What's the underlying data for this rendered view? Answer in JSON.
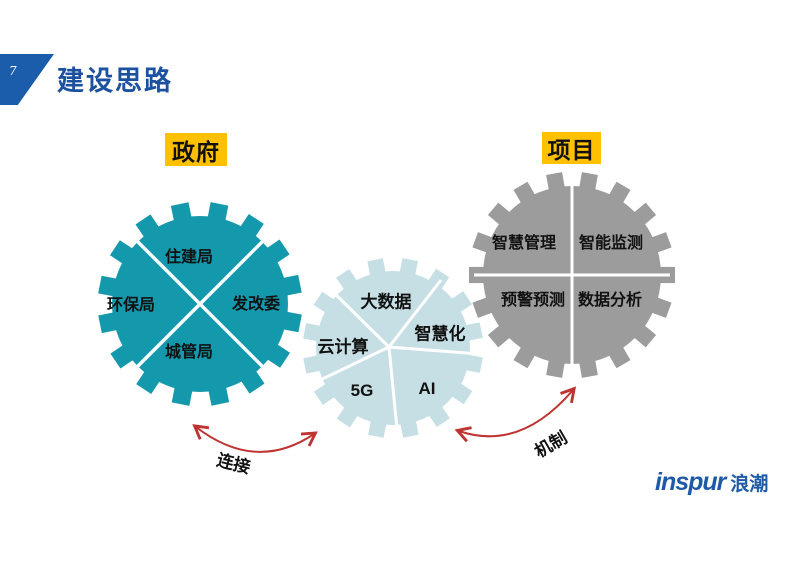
{
  "slide": {
    "page_number": "7",
    "title": "建设思路"
  },
  "government_gear": {
    "header": "政府",
    "sectors": {
      "top": "住建局",
      "left": "环保局",
      "right": "发改委",
      "bottom": "城管局"
    }
  },
  "tech_gear": {
    "sectors": {
      "top": "大数据",
      "upper_right": "智慧化",
      "left": "云计算",
      "bottom_left": "5G",
      "bottom_right": "AI"
    }
  },
  "project_gear": {
    "header": "项目",
    "quadrants": {
      "top_left": "智慧管理",
      "top_right": "智能监测",
      "bottom_left": "预警预测",
      "bottom_right": "数据分析"
    }
  },
  "arrows": {
    "left_label": "连接",
    "right_label": "机制"
  },
  "logo": {
    "latin": "inspur",
    "chinese": "浪潮"
  },
  "theme": {
    "teal": "#1499AC",
    "pale": "#C6DFE5",
    "gray": "#9C9C9C",
    "yellow": "#FFC000",
    "blue": "#1B5CAB",
    "titleblue": "#1C51A0",
    "red": "#BE3430",
    "logoblue": "#1E5AA8"
  }
}
